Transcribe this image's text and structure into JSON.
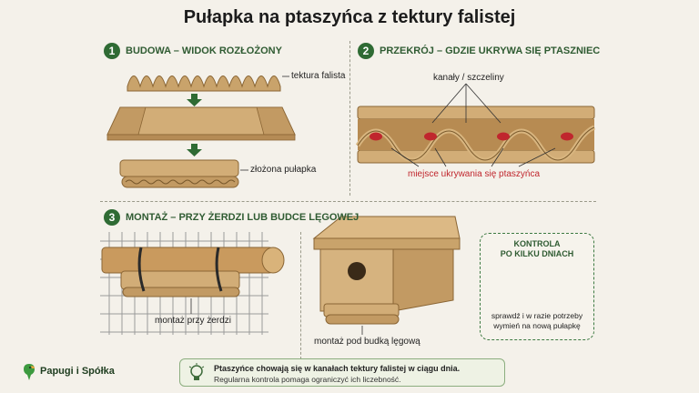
{
  "title": "Pułapka na ptaszyńca z tektury falistej",
  "sections": {
    "s1": {
      "number": "1",
      "heading": "BUDOWA – WIDOK ROZŁOŻONY",
      "label_top": "tektura falista",
      "label_bottom": "złożona pułapka"
    },
    "s2": {
      "number": "2",
      "heading": "PRZEKRÓJ – GDZIE UKRYWA SIĘ PTASZNIEC",
      "label_top": "kanały / szczeliny",
      "label_bottom": "miejsce ukrywania się ptaszyńca"
    },
    "s3": {
      "number": "3",
      "heading": "MONTAŻ – PRZY ŻERDZI LUB BUDCE LĘGOWEJ",
      "label_perch": "montaż przy żerdzi",
      "label_box": "montaż pod budką lęgową"
    }
  },
  "control": {
    "title_line1": "KONTROLA",
    "title_line2": "PO KILKU DNIACH",
    "text_line1": "sprawdź i w razie potrzeby",
    "text_line2": "wymień na nową pułapkę"
  },
  "info": {
    "line1": "Ptaszyńce chowają się w kanałach tektury falistej w ciągu dnia.",
    "line2": "Regularna kontrola pomaga ograniczyć ich liczebność.",
    "icon": "lightbulb-icon"
  },
  "brand": {
    "name": "Papugi i Spółka",
    "icon": "parrot-icon"
  },
  "colors": {
    "accent": "#2f6b34",
    "cardboard": "#c9a36b",
    "mite": "#c0262d"
  }
}
